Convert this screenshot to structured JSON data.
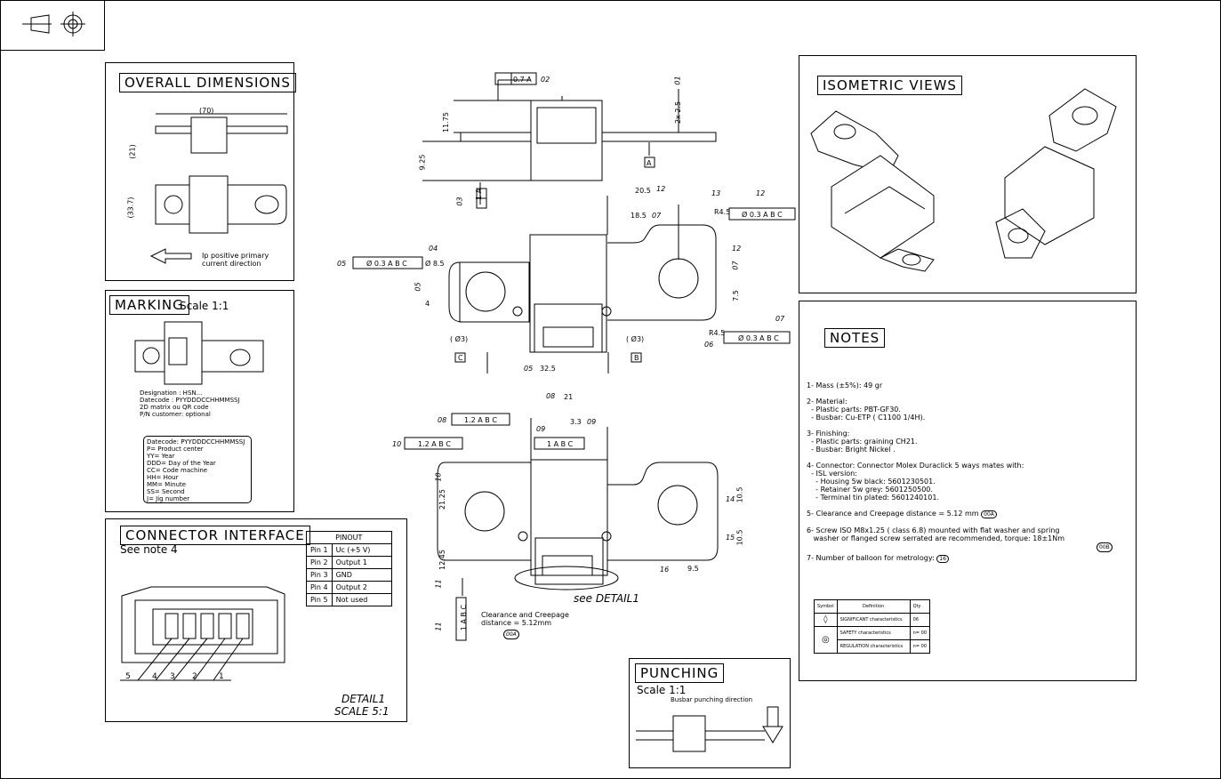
{
  "overall": {
    "title": "OVERALL DIMENSIONS",
    "dim_70": "(70)",
    "dim_21": "(21)",
    "dim_337": "(33.7)",
    "arrow_text": "Ip positive primary\ncurrent direction"
  },
  "marking": {
    "title": "MARKING",
    "scale": "Scale 1:1",
    "lines": [
      "Designation : HSN...",
      "Datecode : PYYDDDCCHHMMSSJ",
      "2D matrix ou QR code",
      "P/N customer: optional"
    ],
    "legend": [
      "Datecode: PYYDDDCCHHMMSSJ",
      "P= Product center",
      "YY= Year",
      "DDD= Day of the Year",
      "CC= Code machine",
      "HH= Hour",
      "MM= Minute",
      "SS= Second",
      "J= Jig number"
    ]
  },
  "connector": {
    "title": "CONNECTOR INTERFACE",
    "note": "See note 4",
    "detail": "DETAIL1",
    "scale": "SCALE 5:1",
    "pins": [
      "5",
      "4",
      "3",
      "2",
      "1"
    ],
    "pinout_header": "PINOUT",
    "pinout": [
      {
        "pin": "Pin 1",
        "sig": "Uc (+5 V)"
      },
      {
        "pin": "Pin 2",
        "sig": "Output 1"
      },
      {
        "pin": "Pin 3",
        "sig": "GND"
      },
      {
        "pin": "Pin 4",
        "sig": "Output 2"
      },
      {
        "pin": "Pin 5",
        "sig": "Not used"
      }
    ]
  },
  "iso": {
    "title": "ISOMETRIC VIEWS"
  },
  "notes": {
    "title": "NOTES",
    "items": [
      "1- Mass (±5%): 49 gr",
      "2- Material:\n  - Plastic parts: PBT-GF30.\n  - Busbar: Cu-ETP ( C1100 1/4H).",
      "3- Finishing:\n  - Plastic parts: graining CH21.\n  - Busbar: Bright Nickel .",
      "4- Connector: Connector Molex Duraclick 5 ways mates with:\n  - ISL version:\n    - Housing 5w black: 5601230501.\n    - Retainer 5w grey: 5601250500.\n    - Terminal tin plated: 5601240101.",
      "5- Clearance and Creepage distance = 5.12 mm",
      "6- Screw ISO M8x1.25 ( class 6.8) mounted with flat washer and spring\n   washer or flanged screw serrated are recommended, torque: 18±1Nm",
      "7- Number of balloon for metrology:"
    ],
    "balloon_5": "00A",
    "balloon_6": "00B",
    "balloon_7": "16",
    "sym_head": [
      "Symbol",
      "Definition",
      "Qty"
    ],
    "sym_rows": [
      {
        "def": "SIGNIFICANT characteristics",
        "qty": "06"
      },
      {
        "def": "SAFETY characteristics",
        "qty": "n= 00"
      },
      {
        "def": "REGULATION characteristics",
        "qty": "n= 00"
      }
    ]
  },
  "punching": {
    "title": "PUNCHING",
    "scale": "Scale 1:1",
    "label": "Busbar punching direction"
  },
  "drawing": {
    "top_fcf": "0.7 A",
    "b02": "02",
    "b01": "01",
    "b03": "03",
    "d1175": "11.75",
    "d925": "9.25",
    "d2x25": "2x 2.5",
    "datum_a": "A",
    "datum_b": "B",
    "datum_c": "C",
    "fcf_1a": "1 A",
    "d205": "20.5",
    "b12": "12",
    "d185": "18.5",
    "b07": "07",
    "b13": "13",
    "r45": "R4.5",
    "fcf_03abc": "Ø 0.3 A B C",
    "b05": "05",
    "b04": "04",
    "d85": "Ø 8.5",
    "d75": "7.5",
    "d4": "4",
    "d3": "( Ø3)",
    "d325": "32.5",
    "b06": "06",
    "b08": "08",
    "d21": "21",
    "d33": "3.3",
    "b09": "09",
    "b10": "10",
    "fcf_12abc": "1.2 A B C",
    "fcf_1abc": "1 A B C",
    "d2125": "21.25",
    "d1245": "12.45",
    "b11": "11",
    "b14": "14",
    "b15": "15",
    "b16": "16",
    "d105": "10.5",
    "d95": "9.5",
    "see_detail": "see DETAIL1",
    "clearance": "Clearance and Creepage\ndistance = 5.12mm",
    "b00a": "00A"
  }
}
